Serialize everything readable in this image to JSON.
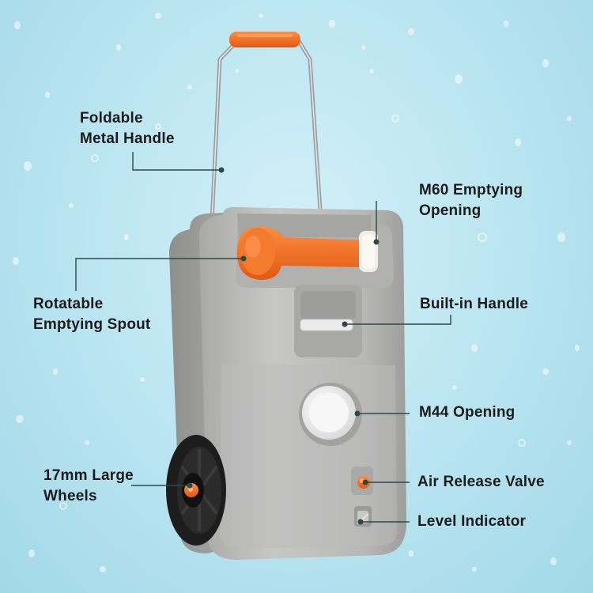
{
  "callouts": {
    "foldable_handle": {
      "line1": "Foldable",
      "line2": "Metal Handle"
    },
    "m60_opening": {
      "line1": "M60 Emptying",
      "line2": "Opening"
    },
    "spout": {
      "line1": "Rotatable",
      "line2": "Emptying Spout"
    },
    "builtin_handle": {
      "text": "Built-in Handle"
    },
    "m44_opening": {
      "text": "M44 Opening"
    },
    "wheels": {
      "line1": "17mm Large",
      "line2": "Wheels"
    },
    "air_valve": {
      "text": "Air Release Valve"
    },
    "level_indicator": {
      "text": "Level Indicator"
    }
  },
  "colors": {
    "accent_orange": "#f26b21",
    "tank_grey": "#b9b9b8",
    "leader_line": "#2b4a46",
    "background": "#bfe6f1"
  }
}
